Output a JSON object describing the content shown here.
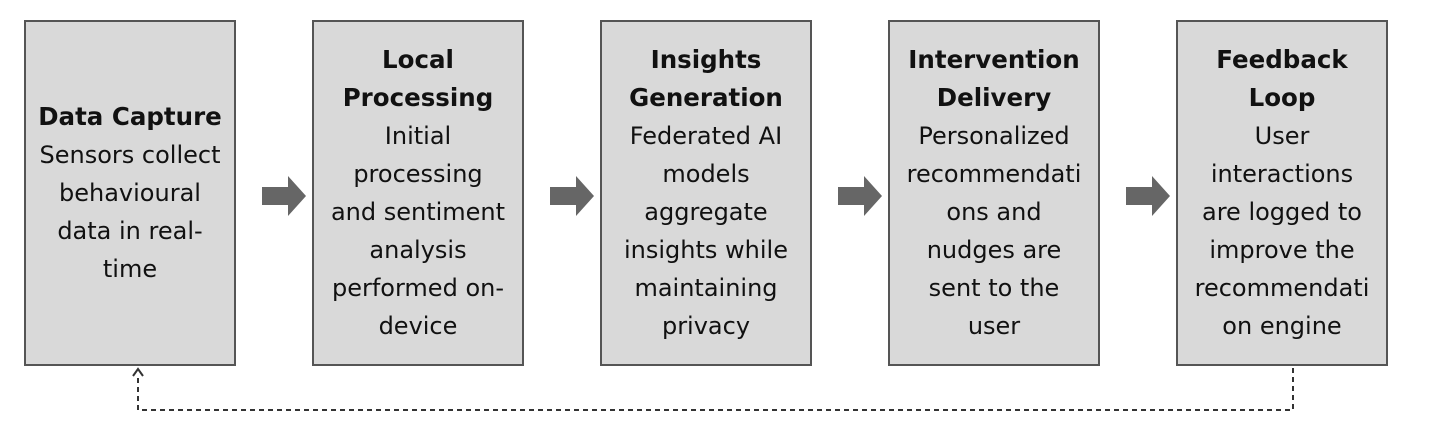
{
  "steps": [
    {
      "title": "Data Capture",
      "body": "Sensors collect\nbehavioural\ndata in real-\ntime"
    },
    {
      "title": "Local\nProcessing",
      "body": "Initial\nprocessing\nand sentiment\nanalysis\nperformed on-\ndevice"
    },
    {
      "title": "Insights\nGeneration",
      "body": "Federated AI\nmodels\naggregate\ninsights while\nmaintaining\nprivacy"
    },
    {
      "title": "Intervention\nDelivery",
      "body": "Personalized\nrecommendati\nons and\nnudges are\nsent to the\nuser"
    },
    {
      "title": "Feedback Loop",
      "body": "User\ninteractions\nare logged to\nimprove the\nrecommendati\non engine"
    }
  ],
  "colors": {
    "box_fill": "#d9d9d9",
    "box_border": "#555555",
    "arrow": "#666666",
    "loop_line": "#333333"
  },
  "icons": {
    "step_arrow": "right-arrow-icon",
    "loop_arrow": "up-arrow-icon"
  }
}
